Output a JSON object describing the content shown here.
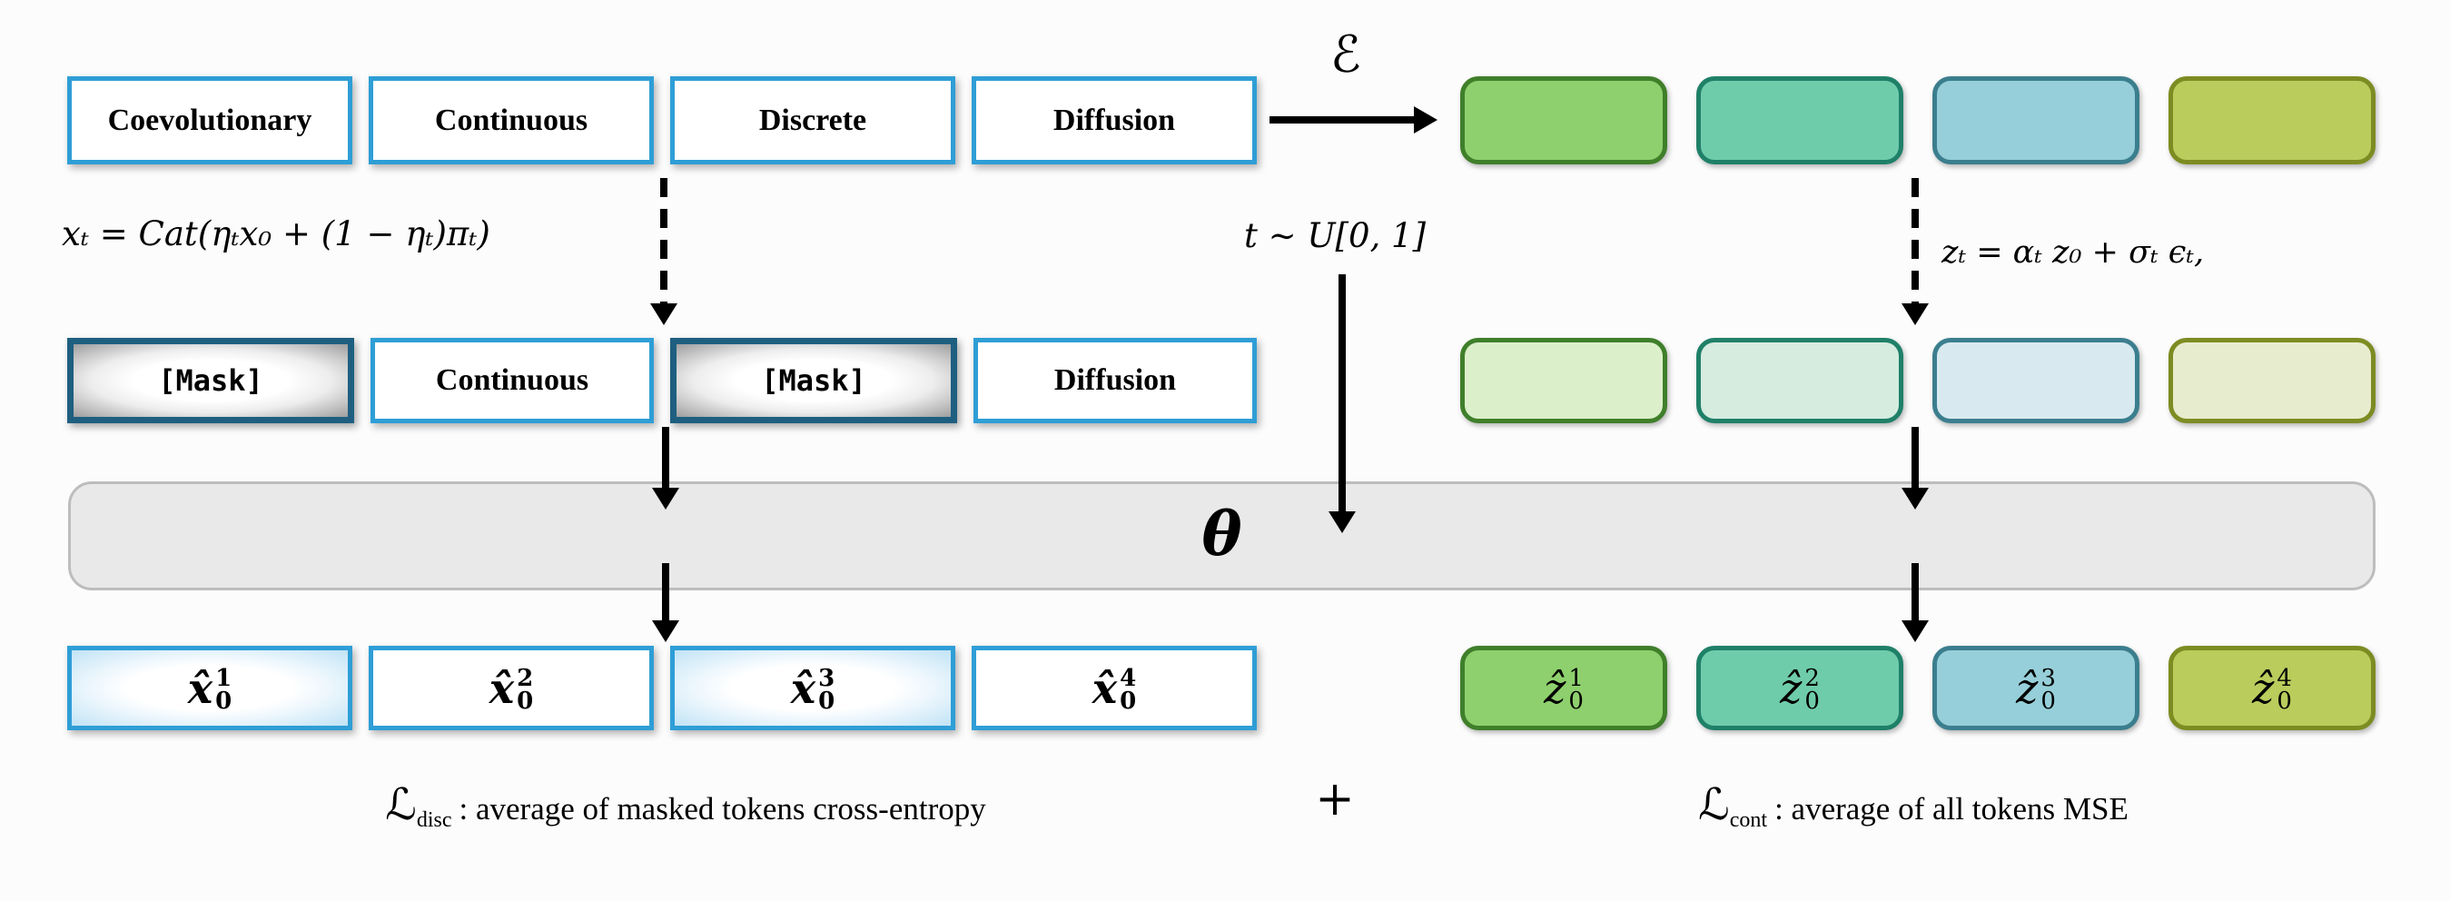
{
  "encoder": {
    "label": "ℰ"
  },
  "model": {
    "label": "θ"
  },
  "formulas": {
    "discrete": "xₜ = Cat(ηₜx₀ + (1 − ηₜ)πₜ)",
    "time": "t ∼ U[0, 1]",
    "continuous": "zₜ = αₜ z₀ + σₜ ϵₜ,"
  },
  "input_row": {
    "tokens": [
      "Coevolutionary",
      "Continuous",
      "Discrete",
      "Diffusion"
    ]
  },
  "masked_row": {
    "tokens": [
      "[Mask]",
      "Continuous",
      "[Mask]",
      "Diffusion"
    ]
  },
  "latent_row": {
    "colors": [
      "green",
      "teal",
      "blue",
      "olive"
    ]
  },
  "noisy_latent_row": {
    "colors": [
      "green-light",
      "teal-light",
      "blue-light",
      "olive-light"
    ]
  },
  "disc_outputs": {
    "tokens": [
      {
        "base": "x̂",
        "sup": "1",
        "sub": "0"
      },
      {
        "base": "x̂",
        "sup": "2",
        "sub": "0"
      },
      {
        "base": "x̂",
        "sup": "3",
        "sub": "0"
      },
      {
        "base": "x̂",
        "sup": "4",
        "sub": "0"
      }
    ]
  },
  "cont_outputs": {
    "tokens": [
      {
        "base": "ẑ",
        "sup": "1",
        "sub": "0"
      },
      {
        "base": "ẑ",
        "sup": "2",
        "sub": "0"
      },
      {
        "base": "ẑ",
        "sup": "3",
        "sub": "0"
      },
      {
        "base": "ẑ",
        "sup": "4",
        "sub": "0"
      }
    ]
  },
  "loss_disc": {
    "symbol": "ℒ",
    "sub": "disc",
    "text": ": average of masked tokens cross-entropy"
  },
  "plus": "+",
  "loss_cont": {
    "symbol": "ℒ",
    "sub": "cont",
    "text": ": average of all tokens MSE"
  },
  "colors": {
    "token_border_blue": "#2e9ed6",
    "mask_border": "#1e5f80",
    "glow_blue": "#c0e3f5",
    "green": "#8ed06d",
    "green_border": "#3f7f2a",
    "teal": "#6fccab",
    "teal_border": "#1f8068",
    "blue": "#96cfd9",
    "blue_border": "#3b7e8e",
    "olive": "#b9cc5c",
    "olive_border": "#7d8c22",
    "green_light": "#dcefcb",
    "teal_light": "#d5ecdf",
    "blue_light": "#d8eaf0",
    "olive_light": "#e8ecce",
    "bar_fill": "#e9e9e9",
    "bar_border": "#bdbdbd"
  }
}
